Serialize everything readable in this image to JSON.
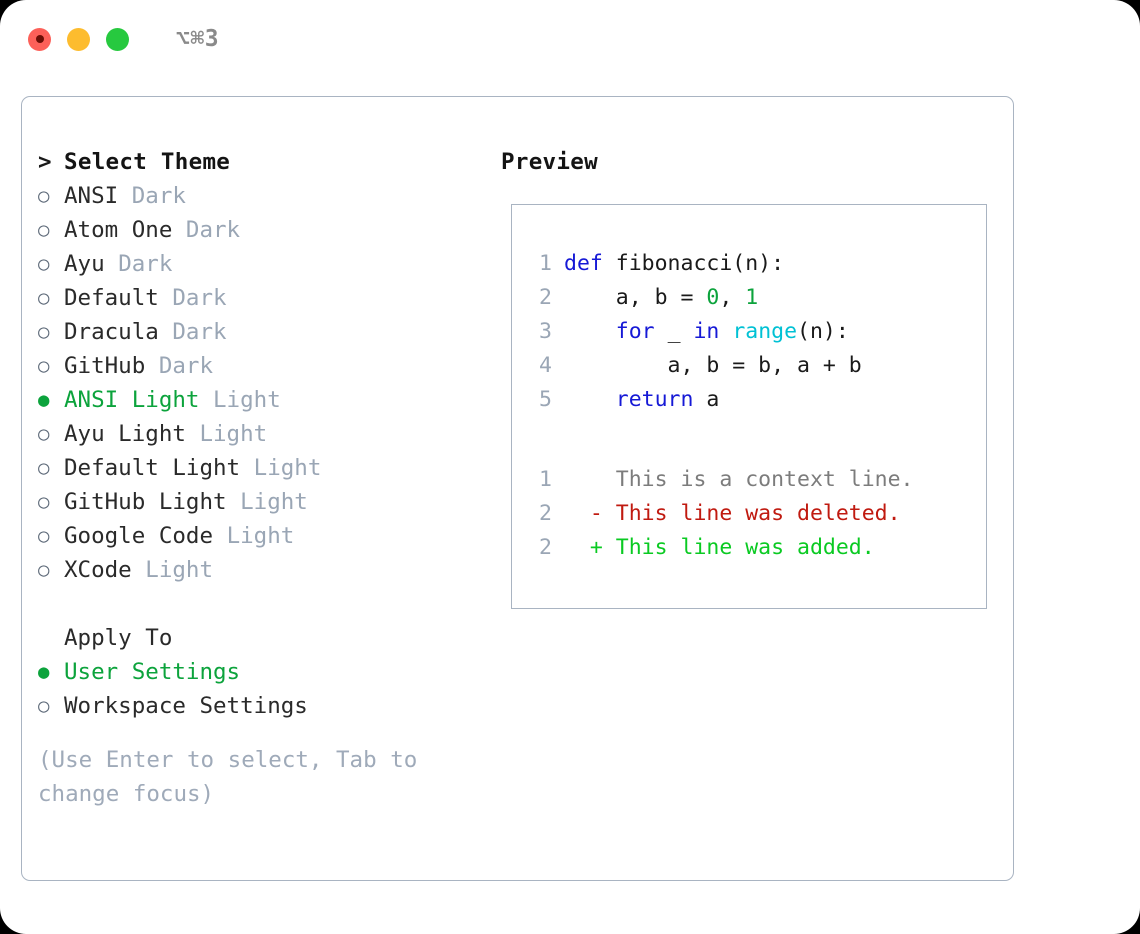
{
  "titlebar": {
    "shortcut": "⌥⌘3",
    "lights": [
      "close-red",
      "minimize-yellow",
      "maximize-green"
    ]
  },
  "theme_panel": {
    "header_marker": ">",
    "header": "Select Theme",
    "unselected_marker": "○",
    "selected_marker": "●",
    "items": [
      {
        "name": "ANSI",
        "kind": "Dark",
        "selected": false
      },
      {
        "name": "Atom One",
        "kind": "Dark",
        "selected": false
      },
      {
        "name": "Ayu",
        "kind": "Dark",
        "selected": false
      },
      {
        "name": "Default",
        "kind": "Dark",
        "selected": false
      },
      {
        "name": "Dracula",
        "kind": "Dark",
        "selected": false
      },
      {
        "name": "GitHub",
        "kind": "Dark",
        "selected": false
      },
      {
        "name": "ANSI Light",
        "kind": "Light",
        "selected": true
      },
      {
        "name": "Ayu Light",
        "kind": "Light",
        "selected": false
      },
      {
        "name": "Default Light",
        "kind": "Light",
        "selected": false
      },
      {
        "name": "GitHub Light",
        "kind": "Light",
        "selected": false
      },
      {
        "name": "Google Code",
        "kind": "Light",
        "selected": false
      },
      {
        "name": "XCode",
        "kind": "Light",
        "selected": false
      }
    ]
  },
  "apply_to": {
    "label": "Apply To",
    "options": [
      {
        "name": "User Settings",
        "selected": true
      },
      {
        "name": "Workspace Settings",
        "selected": false
      }
    ]
  },
  "hint": "(Use Enter to select, Tab to change focus)",
  "preview": {
    "title": "Preview",
    "code_lines": [
      {
        "n": "1",
        "tokens": [
          {
            "t": "def ",
            "c": "kw"
          },
          {
            "t": "fibonacci",
            "c": "id"
          },
          {
            "t": "(n):",
            "c": "punc"
          }
        ]
      },
      {
        "n": "2",
        "tokens": [
          {
            "t": "    a, b = ",
            "c": "id"
          },
          {
            "t": "0",
            "c": "num"
          },
          {
            "t": ", ",
            "c": "id"
          },
          {
            "t": "1",
            "c": "num"
          }
        ]
      },
      {
        "n": "3",
        "tokens": [
          {
            "t": "    ",
            "c": "id"
          },
          {
            "t": "for",
            "c": "kw"
          },
          {
            "t": " _ ",
            "c": "id"
          },
          {
            "t": "in",
            "c": "kw"
          },
          {
            "t": " ",
            "c": "id"
          },
          {
            "t": "range",
            "c": "fn"
          },
          {
            "t": "(n):",
            "c": "punc"
          }
        ]
      },
      {
        "n": "4",
        "tokens": [
          {
            "t": "        a, b = b, a + b",
            "c": "id"
          }
        ]
      },
      {
        "n": "5",
        "tokens": [
          {
            "t": "    ",
            "c": "id"
          },
          {
            "t": "return",
            "c": "kw"
          },
          {
            "t": " a",
            "c": "id"
          }
        ]
      }
    ],
    "diff_lines": [
      {
        "n": "1",
        "marker": " ",
        "text": "This is a context line.",
        "kind": "d-ctx"
      },
      {
        "n": "2",
        "marker": "-",
        "text": "This line was deleted.",
        "kind": "d-del"
      },
      {
        "n": "2",
        "marker": "+",
        "text": "This line was added.",
        "kind": "d-add"
      }
    ]
  },
  "colors": {
    "accent_green": "#0CA33C",
    "keyword_blue": "#1619D6",
    "function_cyan": "#00C1D4",
    "diff_add": "#0ACA22",
    "diff_del": "#C01A10",
    "muted": "#9AA6B5",
    "border": "#A9B4C2"
  }
}
